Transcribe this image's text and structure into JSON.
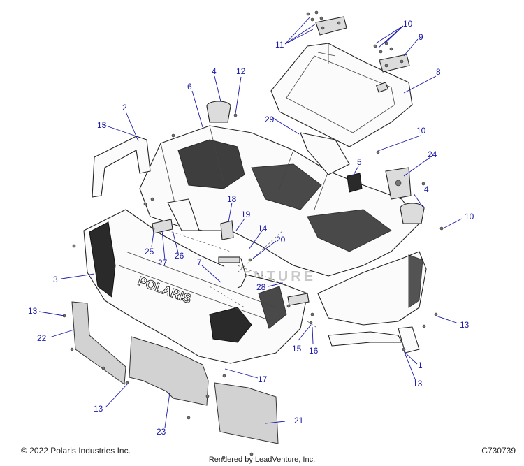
{
  "footer": {
    "copyright": "© 2022 Polaris Industries Inc.",
    "drawing_number": "C730739",
    "rendered_by": "Rendered by LeadVenture, Inc."
  },
  "watermark": {
    "text": "LEADVENTURE"
  },
  "hood_logo_text": "POLARIS",
  "callouts": [
    {
      "id": "c1",
      "label": "1"
    },
    {
      "id": "c2",
      "label": "2"
    },
    {
      "id": "c3",
      "label": "3"
    },
    {
      "id": "c4a",
      "label": "4"
    },
    {
      "id": "c4b",
      "label": "4"
    },
    {
      "id": "c5",
      "label": "5"
    },
    {
      "id": "c6",
      "label": "6"
    },
    {
      "id": "c7",
      "label": "7"
    },
    {
      "id": "c8",
      "label": "8"
    },
    {
      "id": "c9",
      "label": "9"
    },
    {
      "id": "c10a",
      "label": "10"
    },
    {
      "id": "c10b",
      "label": "10"
    },
    {
      "id": "c10c",
      "label": "10"
    },
    {
      "id": "c11",
      "label": "11"
    },
    {
      "id": "c12",
      "label": "12"
    },
    {
      "id": "c13a",
      "label": "13"
    },
    {
      "id": "c13b",
      "label": "13"
    },
    {
      "id": "c13c",
      "label": "13"
    },
    {
      "id": "c13d",
      "label": "13"
    },
    {
      "id": "c13e",
      "label": "13"
    },
    {
      "id": "c14",
      "label": "14"
    },
    {
      "id": "c15",
      "label": "15"
    },
    {
      "id": "c16",
      "label": "16"
    },
    {
      "id": "c17",
      "label": "17"
    },
    {
      "id": "c18",
      "label": "18"
    },
    {
      "id": "c19",
      "label": "19"
    },
    {
      "id": "c20",
      "label": "20"
    },
    {
      "id": "c21",
      "label": "21"
    },
    {
      "id": "c22",
      "label": "22"
    },
    {
      "id": "c23",
      "label": "23"
    },
    {
      "id": "c24",
      "label": "24"
    },
    {
      "id": "c25",
      "label": "25"
    },
    {
      "id": "c26",
      "label": "26"
    },
    {
      "id": "c27",
      "label": "27"
    },
    {
      "id": "c28",
      "label": "28"
    },
    {
      "id": "c29",
      "label": "29"
    }
  ]
}
